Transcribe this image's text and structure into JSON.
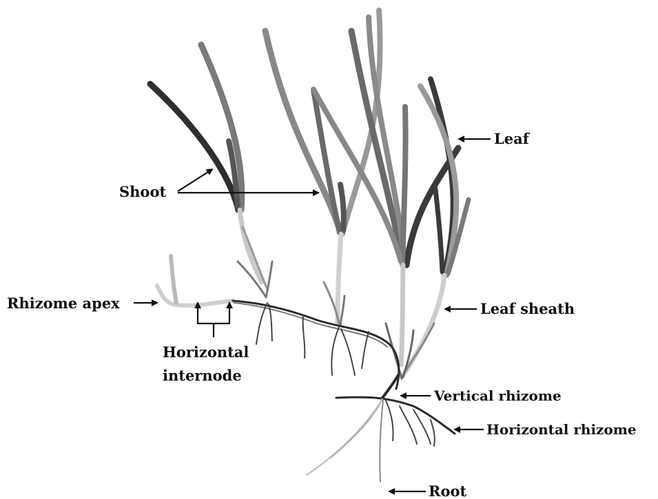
{
  "diagram": {
    "labels": {
      "shoot": "Shoot",
      "leaf": "Leaf",
      "rhizome_apex": "Rhizome apex",
      "horizontal_internode_line1": "Horizontal",
      "horizontal_internode_line2": "internode",
      "leaf_sheath": "Leaf sheath",
      "vertical_rhizome": "Vertical rhizome",
      "horizontal_rhizome": "Horizontal rhizome",
      "root": "Root"
    },
    "colors": {
      "leaf_dark": "#3a3a3a",
      "leaf_mid": "#6e6e6e",
      "leaf_light": "#9a9a9a",
      "sheath": "#c8c8c8",
      "rhizome": "#2a2a2a",
      "root": "#8a8a8a",
      "arrow": "#111111"
    }
  }
}
